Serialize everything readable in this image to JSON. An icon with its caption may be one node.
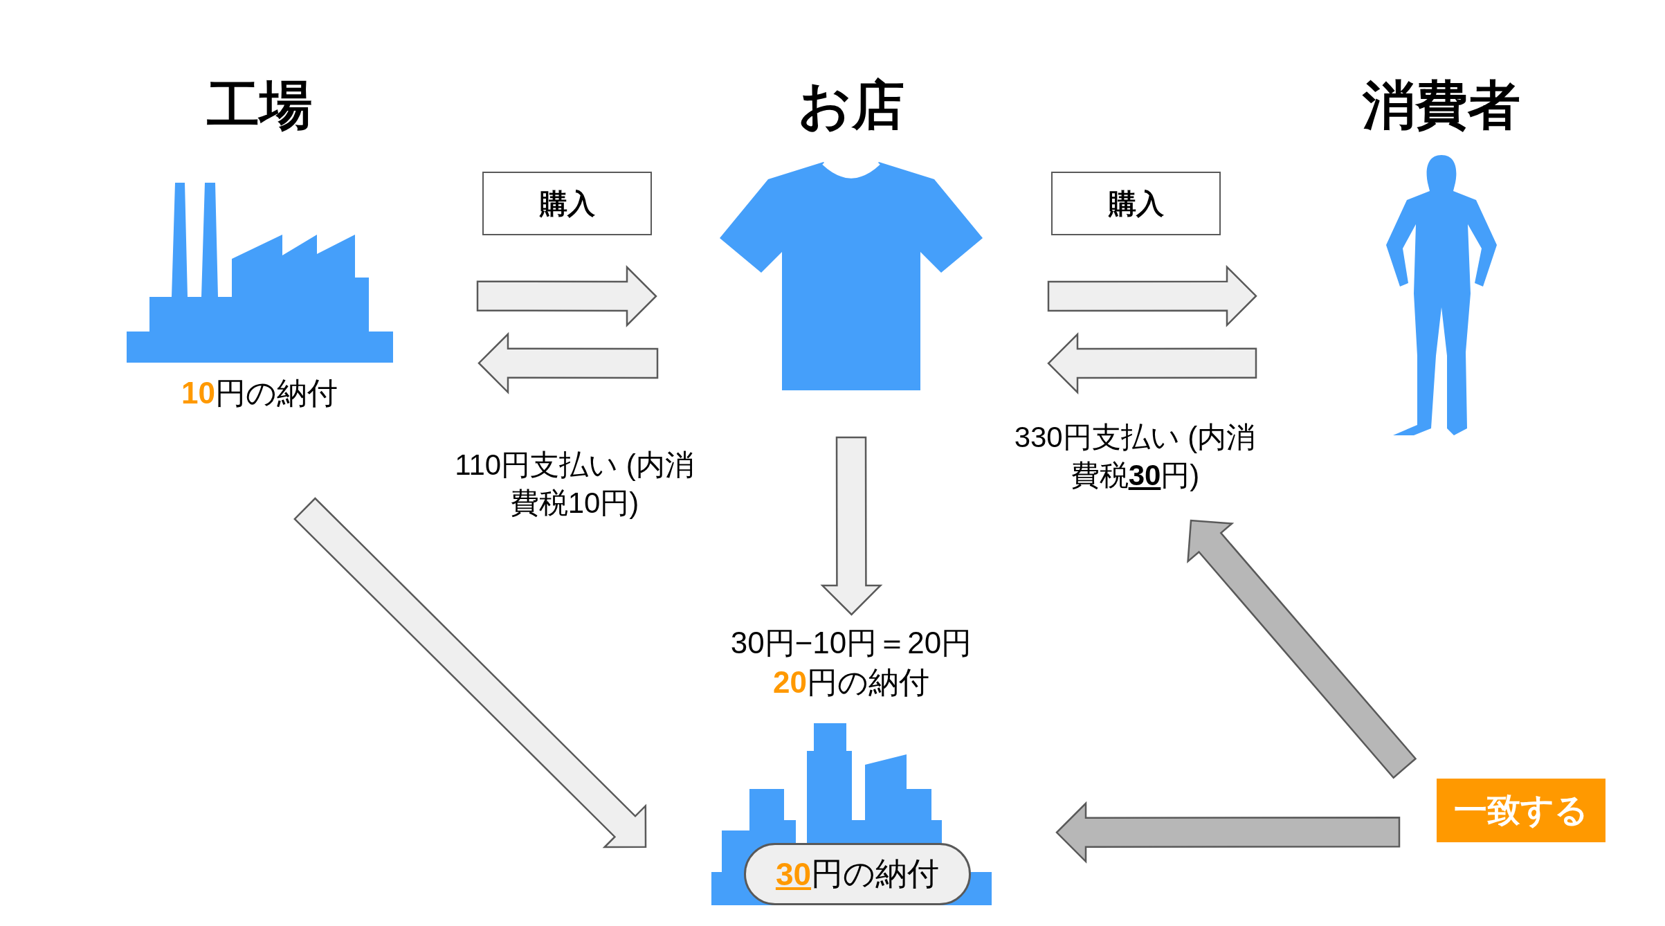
{
  "diagram": {
    "nodes": [
      {
        "text": [
          "工場"
        ],
        "beside": [
          "**10**円の納付"
        ]
      },
      {
        "text": [
          "お店"
        ]
      },
      {
        "text": [
          "消費者"
        ]
      },
      {
        "text": [
          "**30**円の納付"
        ]
      },
      {
        "text": [
          "一致する"
        ]
      },
      {
        "text": [
          "購入"
        ]
      },
      {
        "text": [
          "購入"
        ]
      },
      {
        "text": [
          "110円支払い (内消費税10円)"
        ]
      },
      {
        "text": [
          "330円支払い (内消費税**30**円)"
        ]
      }
    ],
    "edges": [
      {
        "from": 0,
        "to": 1,
        "arrow": "to"
      },
      {
        "from": 1,
        "to": 0,
        "arrow": "to"
      },
      {
        "from": 1,
        "to": 2,
        "arrow": "to"
      },
      {
        "from": 2,
        "to": 1,
        "arrow": "to"
      },
      {
        "from": 1,
        "to": 3,
        "arrow": "to"
      },
      {
        "from": 0,
        "to": 3,
        "arrow": "to"
      },
      {
        "from": 4,
        "to": 3,
        "arrow": "to",
        "color": "#b7b7b7"
      },
      {
        "from": 4,
        "to": 8,
        "arrow": "to",
        "color": "#b7b7b7"
      }
    ],
    "labels": [
      "30円−10円＝20円",
      "**20**円の納付"
    ]
  }
}
